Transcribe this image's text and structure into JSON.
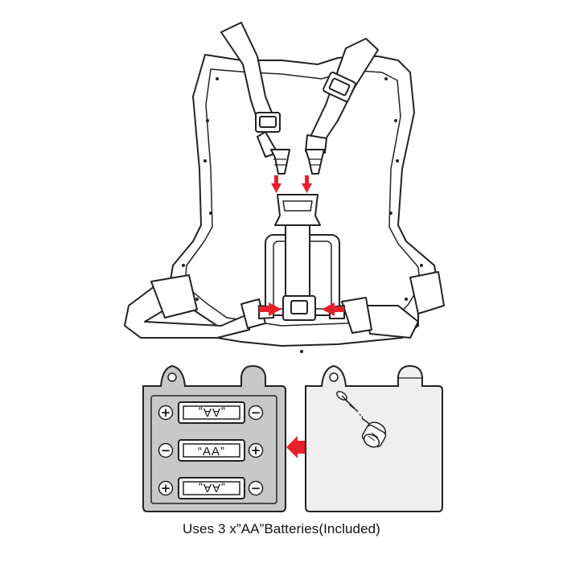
{
  "caption": "Uses 3 x”AA”Batteries(Included)",
  "batteries": [
    {
      "label": "„AA„",
      "flipped": true,
      "left_polarity": "+",
      "right_polarity": "−"
    },
    {
      "label": "“AA”",
      "flipped": false,
      "left_polarity": "−",
      "right_polarity": "+"
    },
    {
      "label": "„AA„",
      "flipped": true,
      "left_polarity": "+",
      "right_polarity": "−"
    }
  ],
  "colors": {
    "arrow": "#e8202a",
    "panel": "#c8c8c8",
    "outline": "#222222",
    "cover": "#efefef"
  }
}
